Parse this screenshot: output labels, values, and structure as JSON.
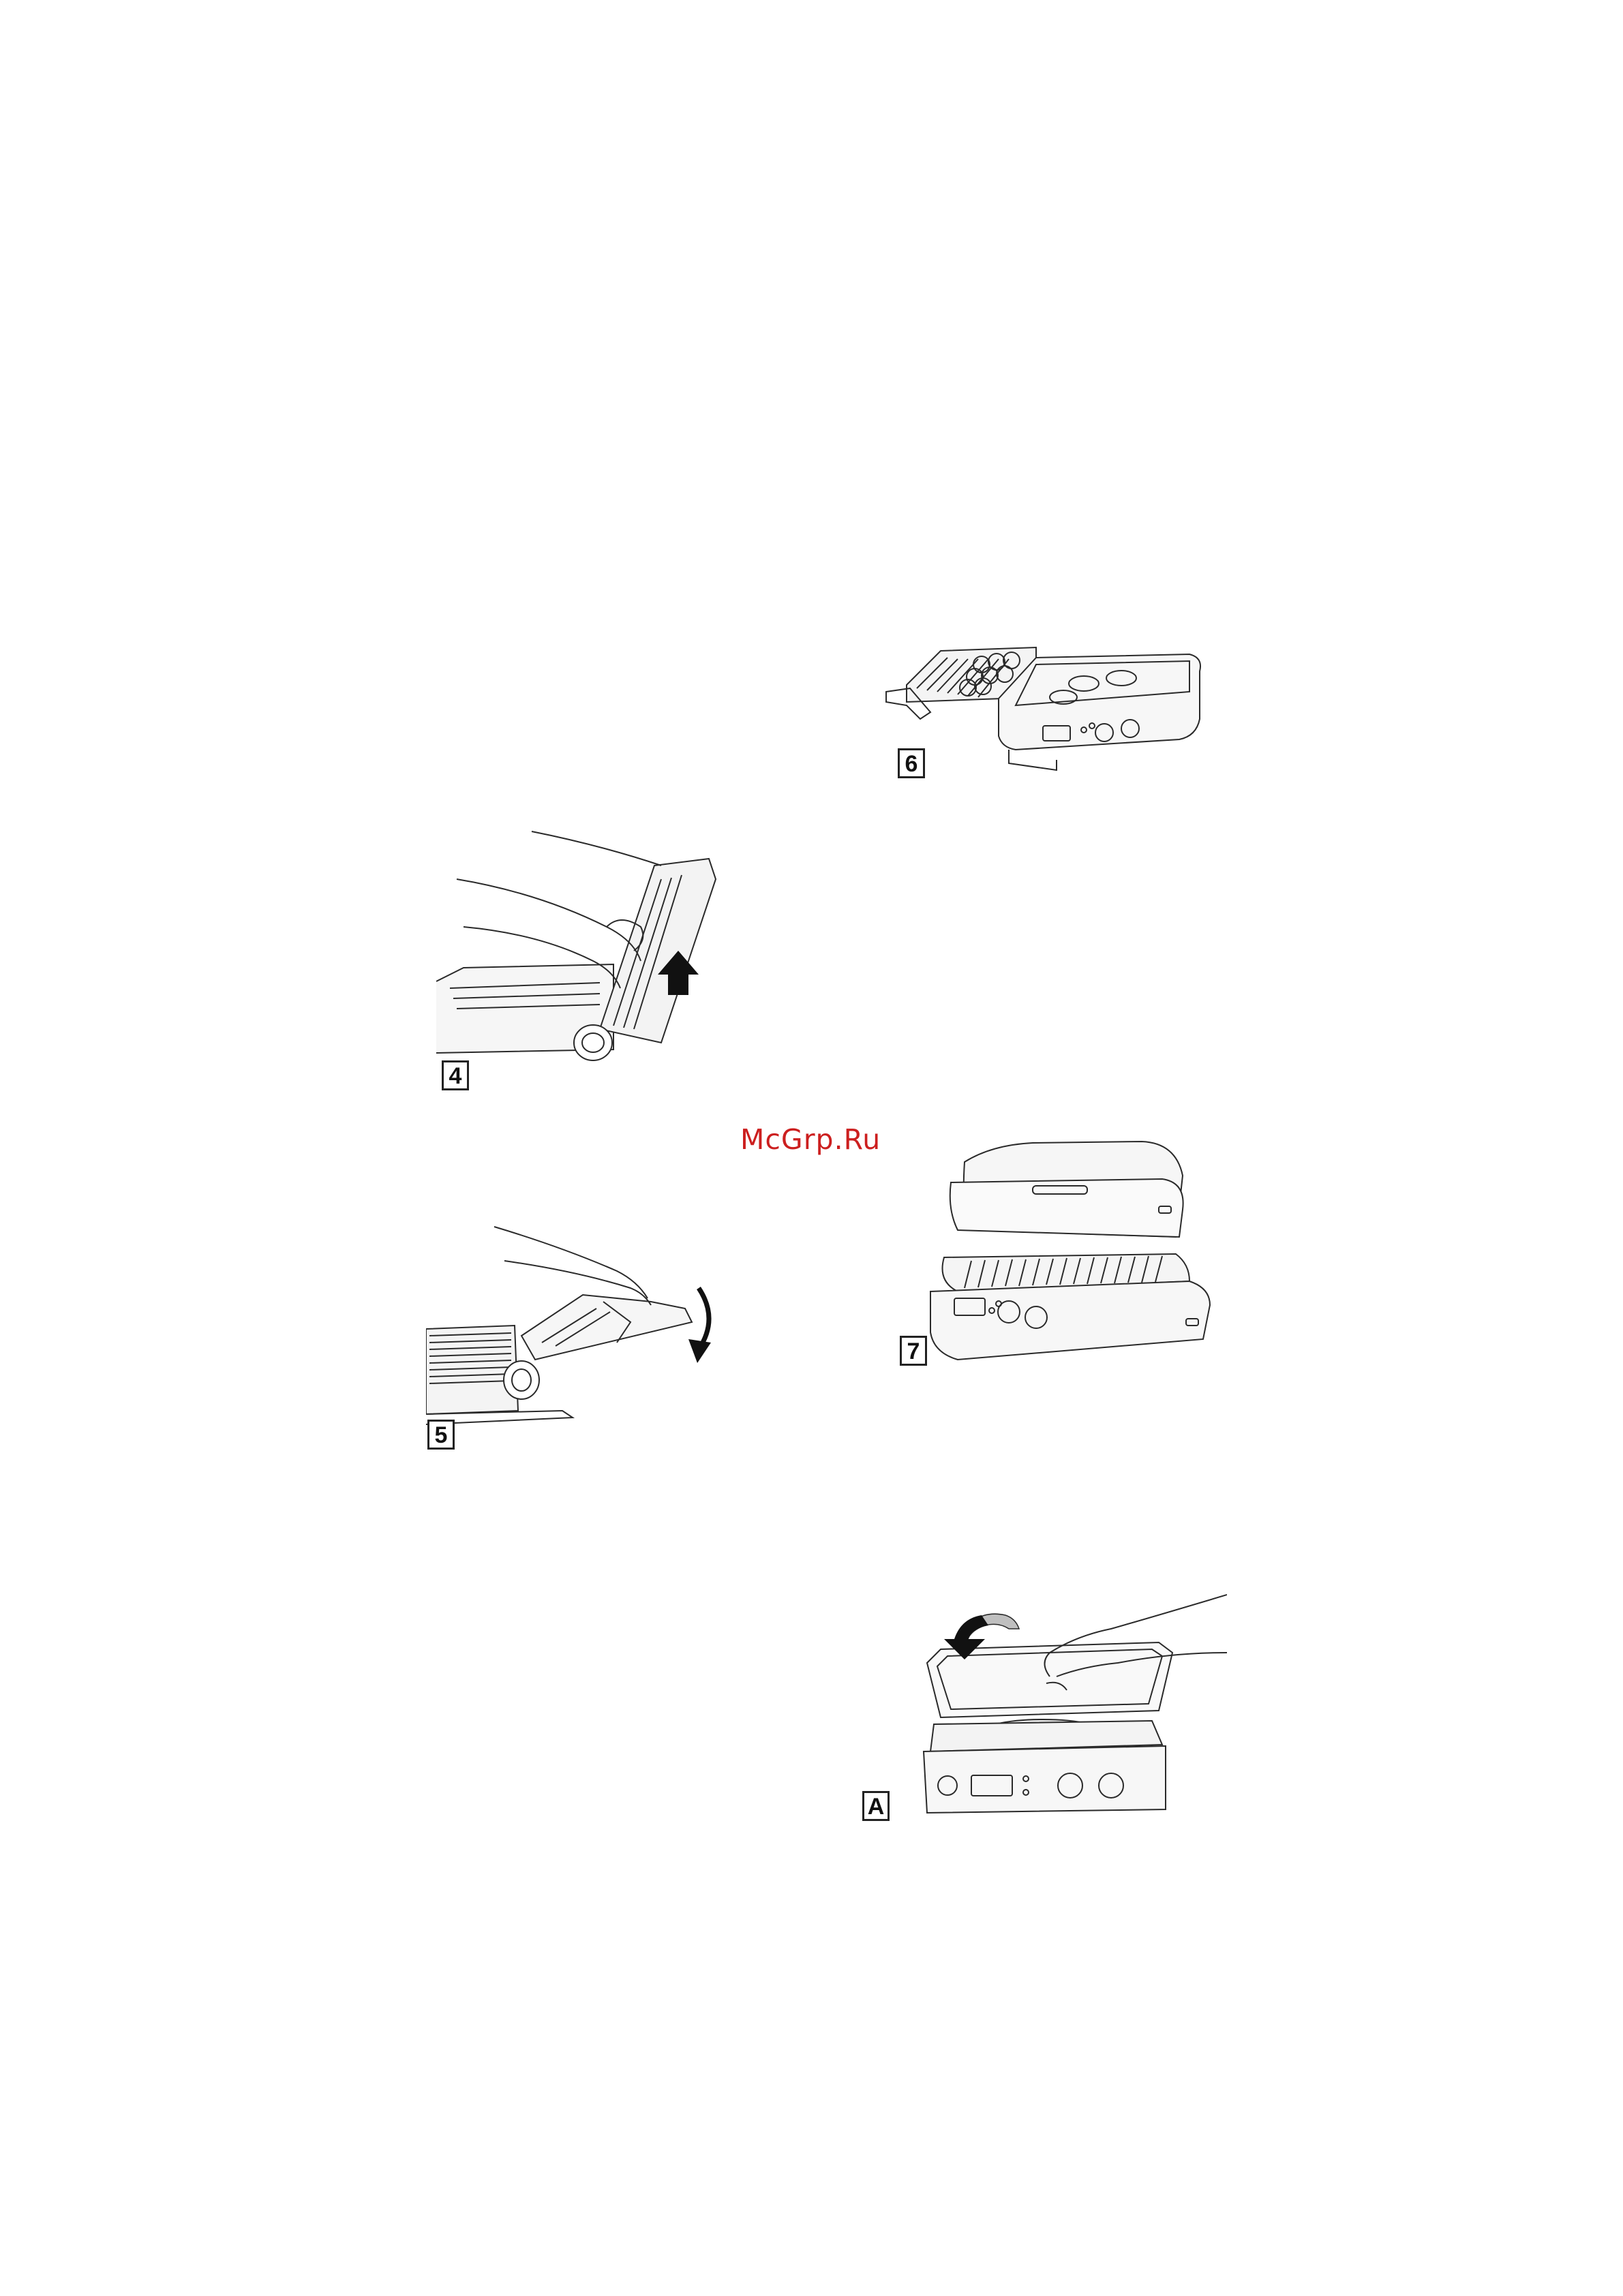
{
  "watermark": "McGrp.Ru",
  "figures": {
    "fig6": {
      "label": "6"
    },
    "fig4": {
      "label": "4"
    },
    "fig7": {
      "label": "7"
    },
    "fig5": {
      "label": "5"
    },
    "figA": {
      "label": "A"
    }
  },
  "footer": "",
  "colors": {
    "line": "#2a2a2a",
    "fill": "#f5f5f5",
    "watermark": "#cc1f1f"
  },
  "icons": [
    "arrow-up-icon",
    "arrow-curved-down-icon",
    "arrow-rotate-icon"
  ]
}
